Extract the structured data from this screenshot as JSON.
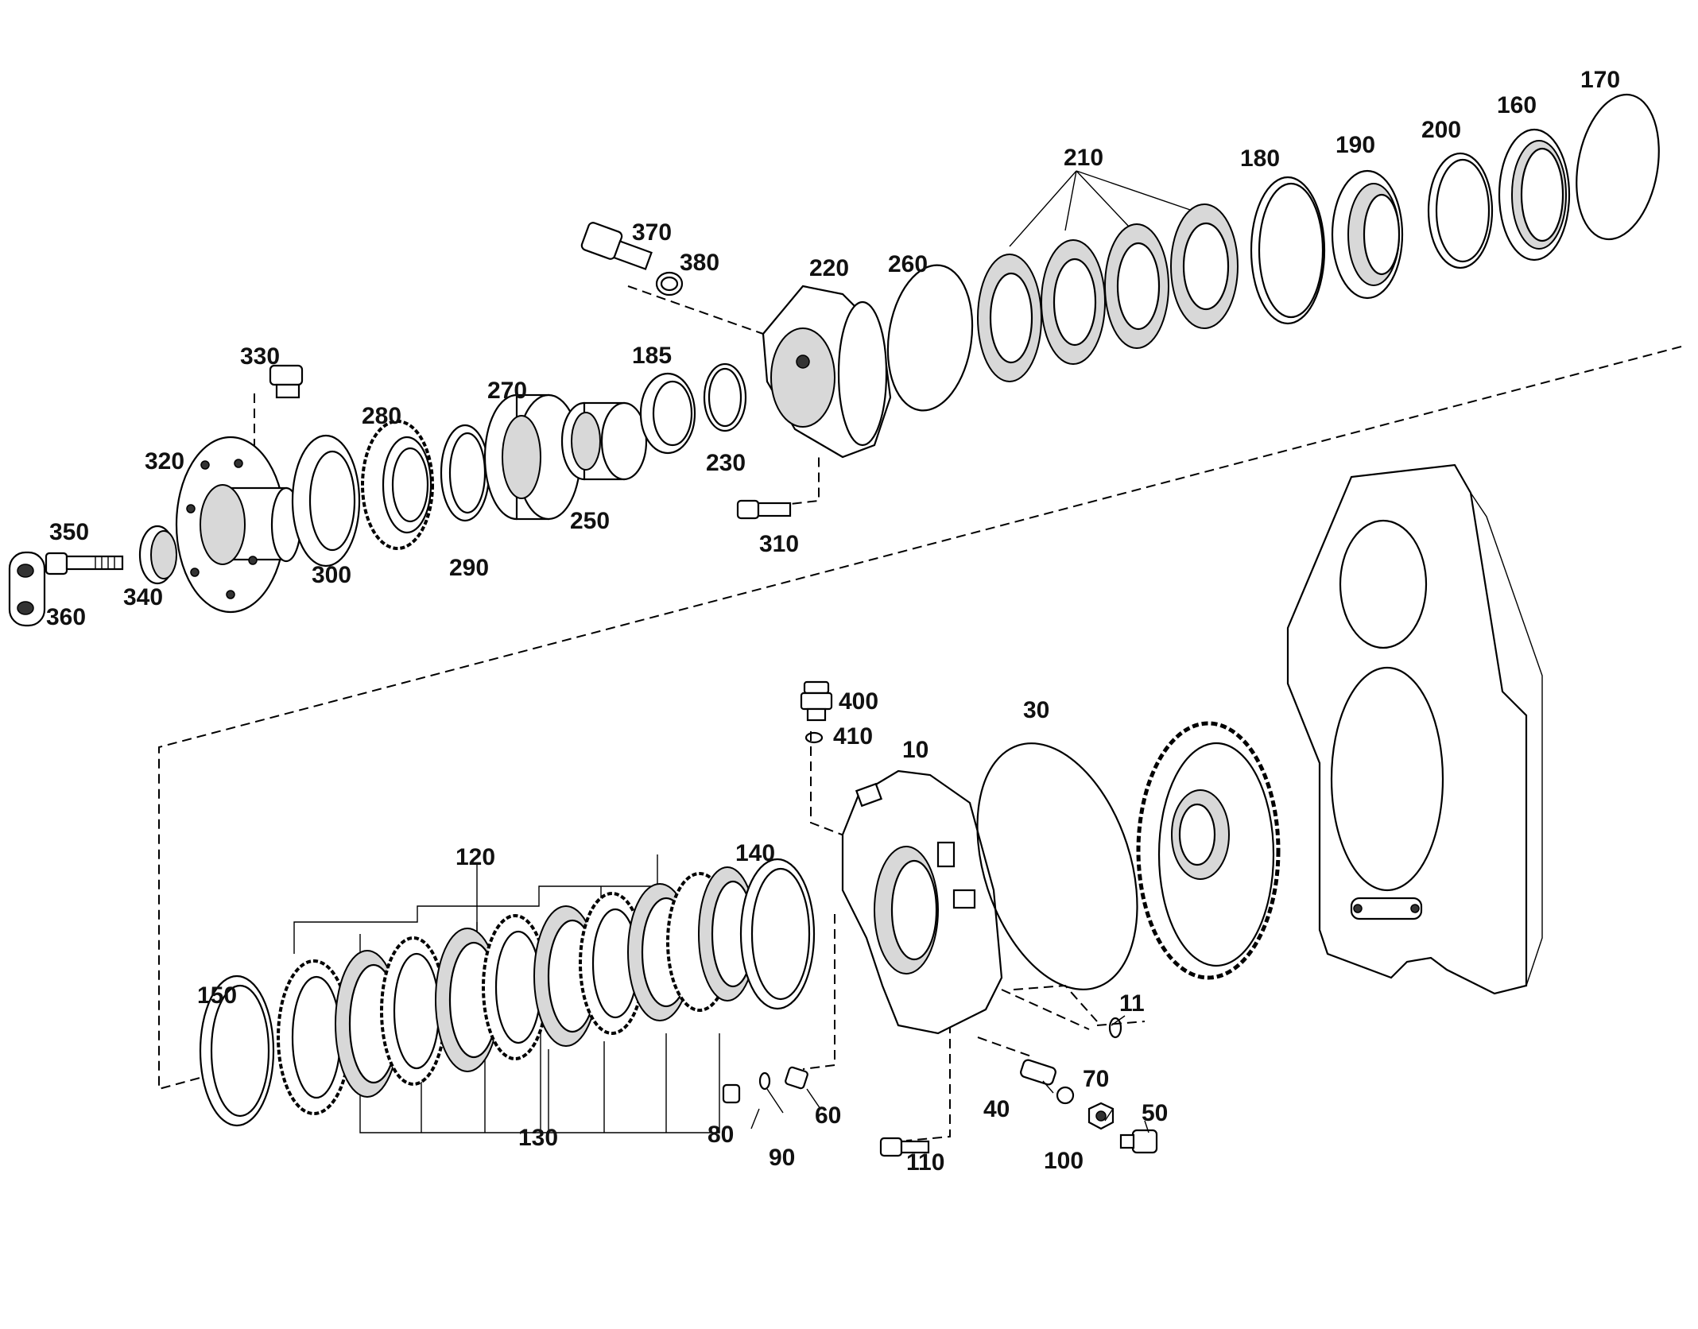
{
  "diagram": {
    "labels": {
      "p10": "10",
      "p11": "11",
      "p30": "30",
      "p40": "40",
      "p50": "50",
      "p60": "60",
      "p70": "70",
      "p80": "80",
      "p90": "90",
      "p100": "100",
      "p110": "110",
      "p120": "120",
      "p130": "130",
      "p140": "140",
      "p150": "150",
      "p160": "160",
      "p170": "170",
      "p180": "180",
      "p185": "185",
      "p190": "190",
      "p200": "200",
      "p210": "210",
      "p220": "220",
      "p230": "230",
      "p250": "250",
      "p260": "260",
      "p270": "270",
      "p280": "280",
      "p290": "290",
      "p300": "300",
      "p310": "310",
      "p320": "320",
      "p330": "330",
      "p340": "340",
      "p350": "350",
      "p360": "360",
      "p370": "370",
      "p380": "380",
      "p400": "400",
      "p410": "410"
    }
  }
}
